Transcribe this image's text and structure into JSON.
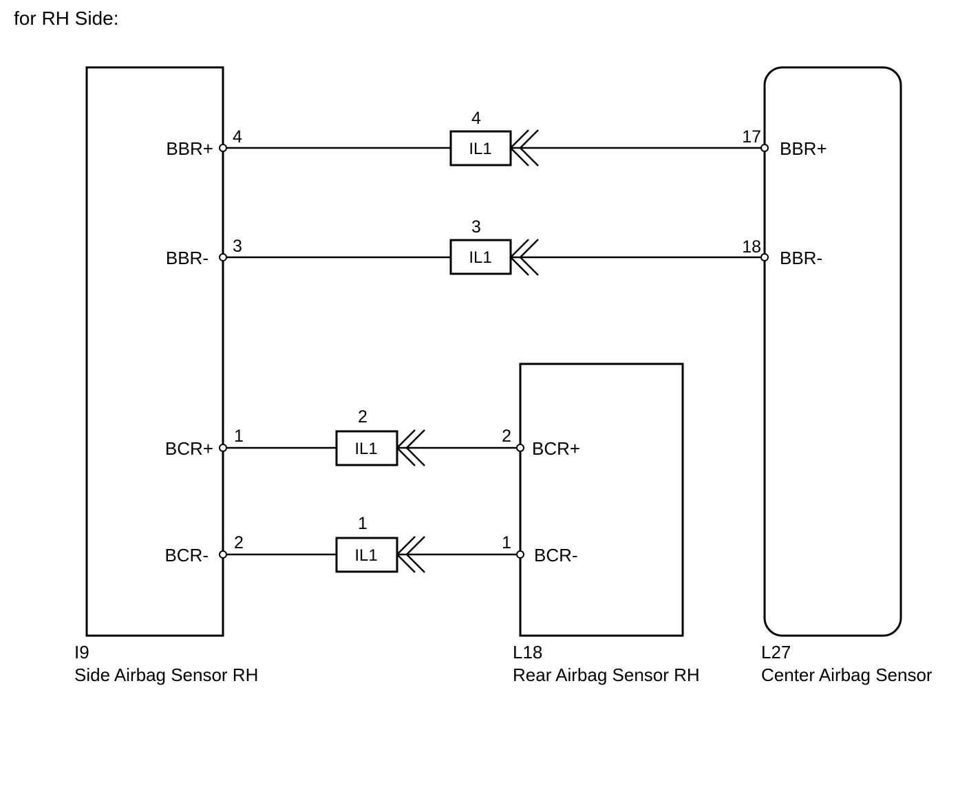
{
  "heading": "for RH Side:",
  "components": {
    "side_sensor": {
      "code": "I9",
      "name": "Side Airbag Sensor RH"
    },
    "rear_sensor": {
      "code": "L18",
      "name": "Rear Airbag Sensor RH"
    },
    "center_sensor": {
      "code": "L27",
      "name": "Center Airbag Sensor"
    }
  },
  "circuits": [
    {
      "signal": "BBR+",
      "side_pin": "4",
      "connector": "IL1",
      "connector_pin": "4",
      "far_pin": "17",
      "far_signal": "BBR+",
      "far_component": "L27"
    },
    {
      "signal": "BBR-",
      "side_pin": "3",
      "connector": "IL1",
      "connector_pin": "3",
      "far_pin": "18",
      "far_signal": "BBR-",
      "far_component": "L27"
    },
    {
      "signal": "BCR+",
      "side_pin": "1",
      "connector": "IL1",
      "connector_pin": "2",
      "far_pin": "2",
      "far_signal": "BCR+",
      "far_component": "L18"
    },
    {
      "signal": "BCR-",
      "side_pin": "2",
      "connector": "IL1",
      "connector_pin": "1",
      "far_pin": "1",
      "far_signal": "BCR-",
      "far_component": "L18"
    }
  ]
}
